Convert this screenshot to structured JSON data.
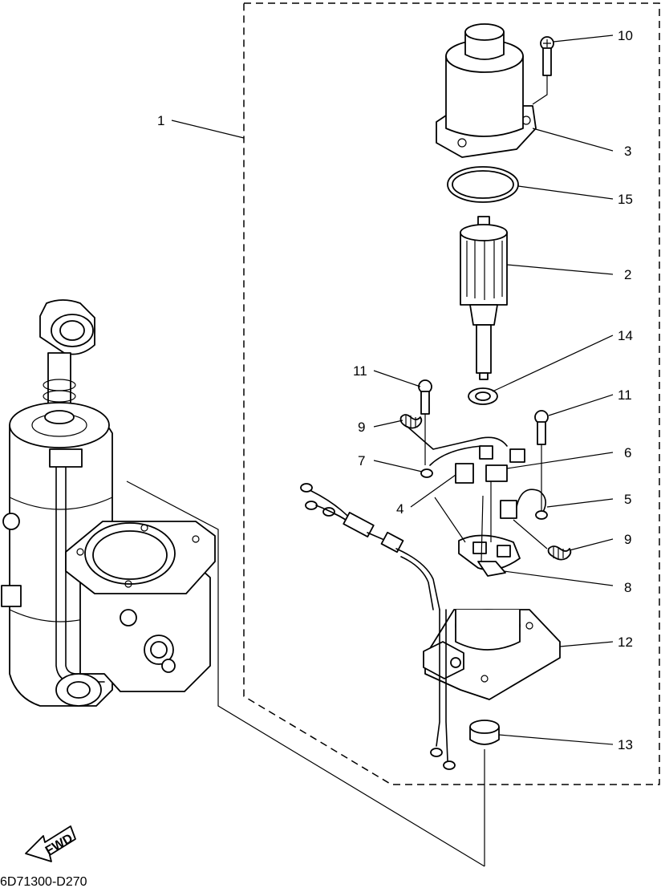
{
  "diagram": {
    "part_numbers": {
      "p1": "1",
      "p2": "2",
      "p3": "3",
      "p4": "4",
      "p5": "5",
      "p6": "6",
      "p7": "7",
      "p8": "8",
      "p9a": "9",
      "p9b": "9",
      "p10": "10",
      "p11a": "11",
      "p11b": "11",
      "p12": "12",
      "p13": "13",
      "p14": "14",
      "p15": "15"
    },
    "fwd_label": "FWD",
    "drawing_code": "6D71300-D270"
  }
}
